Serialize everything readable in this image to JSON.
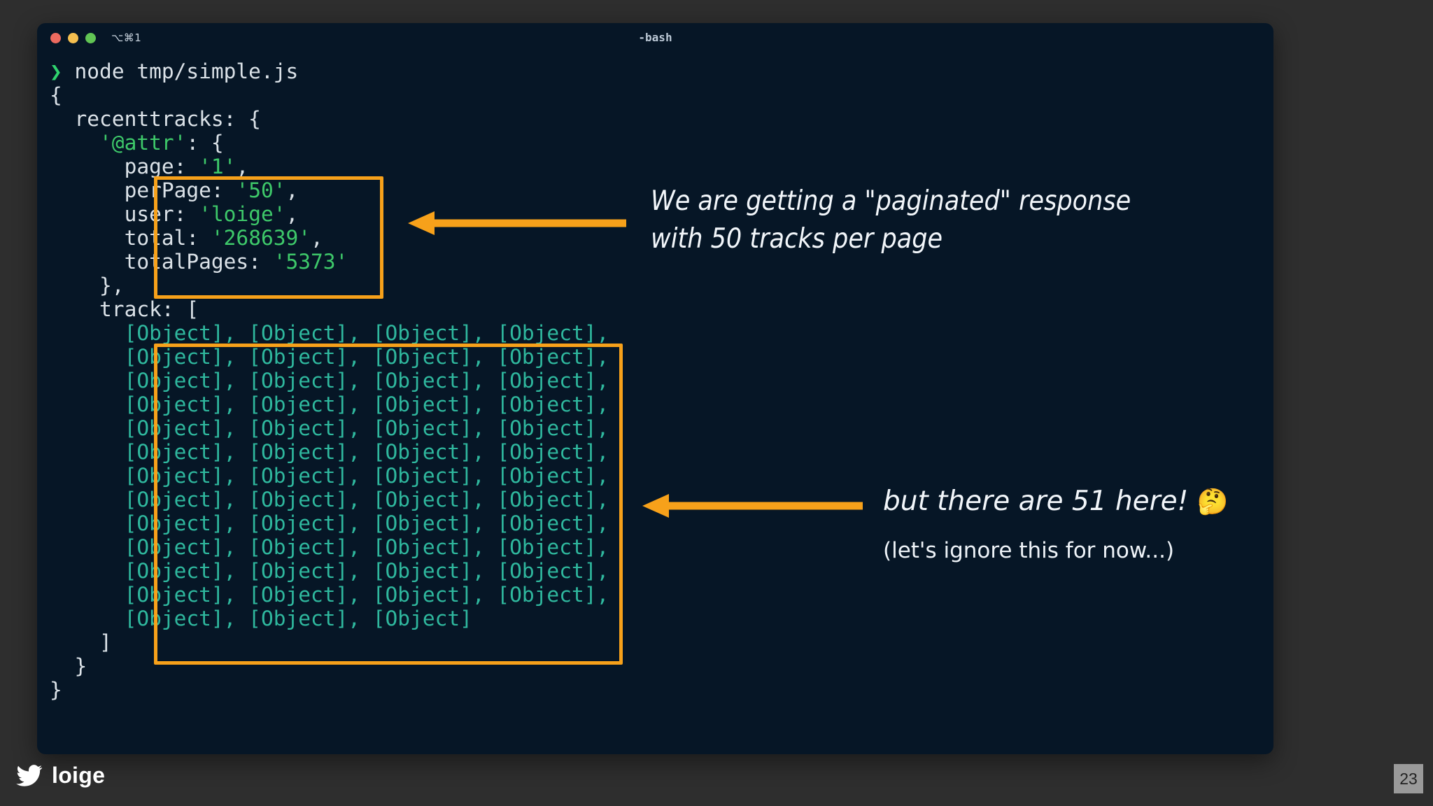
{
  "slide": {
    "background_color": "#2e2e2e",
    "page_number": "23",
    "footer_handle": "loige",
    "accent_color": "#f7a11a"
  },
  "terminal": {
    "background_color": "#061626",
    "title": "-bash",
    "tab_shortcut": "⌥⌘1",
    "traffic_lights": [
      "close-red",
      "minimize-yellow",
      "zoom-green"
    ],
    "command": {
      "prompt": "❯",
      "text": "node tmp/simple.js"
    },
    "output_lines": [
      {
        "indent": 0,
        "parts": [
          {
            "t": "{",
            "c": "punct"
          }
        ]
      },
      {
        "indent": 1,
        "parts": [
          {
            "t": "recenttracks: {",
            "c": "plain"
          }
        ]
      },
      {
        "indent": 2,
        "parts": [
          {
            "t": "'@attr'",
            "c": "str"
          },
          {
            "t": ": {",
            "c": "plain"
          }
        ]
      },
      {
        "indent": 3,
        "parts": [
          {
            "t": "page: ",
            "c": "plain"
          },
          {
            "t": "'1'",
            "c": "str"
          },
          {
            "t": ",",
            "c": "plain"
          }
        ]
      },
      {
        "indent": 3,
        "parts": [
          {
            "t": "perPage: ",
            "c": "plain"
          },
          {
            "t": "'50'",
            "c": "str"
          },
          {
            "t": ",",
            "c": "plain"
          }
        ]
      },
      {
        "indent": 3,
        "parts": [
          {
            "t": "user: ",
            "c": "plain"
          },
          {
            "t": "'loige'",
            "c": "str"
          },
          {
            "t": ",",
            "c": "plain"
          }
        ]
      },
      {
        "indent": 3,
        "parts": [
          {
            "t": "total: ",
            "c": "plain"
          },
          {
            "t": "'268639'",
            "c": "str"
          },
          {
            "t": ",",
            "c": "plain"
          }
        ]
      },
      {
        "indent": 3,
        "parts": [
          {
            "t": "totalPages: ",
            "c": "plain"
          },
          {
            "t": "'5373'",
            "c": "str"
          }
        ]
      },
      {
        "indent": 2,
        "parts": [
          {
            "t": "},",
            "c": "plain"
          }
        ]
      },
      {
        "indent": 2,
        "parts": [
          {
            "t": "track: [",
            "c": "plain"
          }
        ]
      },
      {
        "indent": 3,
        "parts": [
          {
            "t": "[Object], [Object], [Object], [Object],",
            "c": "obj"
          }
        ]
      },
      {
        "indent": 3,
        "parts": [
          {
            "t": "[Object], [Object], [Object], [Object],",
            "c": "obj"
          }
        ]
      },
      {
        "indent": 3,
        "parts": [
          {
            "t": "[Object], [Object], [Object], [Object],",
            "c": "obj"
          }
        ]
      },
      {
        "indent": 3,
        "parts": [
          {
            "t": "[Object], [Object], [Object], [Object],",
            "c": "obj"
          }
        ]
      },
      {
        "indent": 3,
        "parts": [
          {
            "t": "[Object], [Object], [Object], [Object],",
            "c": "obj"
          }
        ]
      },
      {
        "indent": 3,
        "parts": [
          {
            "t": "[Object], [Object], [Object], [Object],",
            "c": "obj"
          }
        ]
      },
      {
        "indent": 3,
        "parts": [
          {
            "t": "[Object], [Object], [Object], [Object],",
            "c": "obj"
          }
        ]
      },
      {
        "indent": 3,
        "parts": [
          {
            "t": "[Object], [Object], [Object], [Object],",
            "c": "obj"
          }
        ]
      },
      {
        "indent": 3,
        "parts": [
          {
            "t": "[Object], [Object], [Object], [Object],",
            "c": "obj"
          }
        ]
      },
      {
        "indent": 3,
        "parts": [
          {
            "t": "[Object], [Object], [Object], [Object],",
            "c": "obj"
          }
        ]
      },
      {
        "indent": 3,
        "parts": [
          {
            "t": "[Object], [Object], [Object], [Object],",
            "c": "obj"
          }
        ]
      },
      {
        "indent": 3,
        "parts": [
          {
            "t": "[Object], [Object], [Object], [Object],",
            "c": "obj"
          }
        ]
      },
      {
        "indent": 3,
        "parts": [
          {
            "t": "[Object], [Object], [Object]",
            "c": "obj"
          }
        ]
      },
      {
        "indent": 2,
        "parts": [
          {
            "t": "]",
            "c": "plain"
          }
        ]
      },
      {
        "indent": 1,
        "parts": [
          {
            "t": "}",
            "c": "plain"
          }
        ]
      },
      {
        "indent": 0,
        "parts": [
          {
            "t": "}",
            "c": "plain"
          }
        ]
      }
    ]
  },
  "highlights": [
    {
      "name": "attr-block",
      "color": "#f7a11a"
    },
    {
      "name": "track-block",
      "color": "#f7a11a"
    }
  ],
  "annotations": {
    "paginated": {
      "line1": "We are getting a \"paginated\" response",
      "line2": "with 50 tracks per page"
    },
    "count": {
      "text": "but there are 51 here!",
      "emoji": "🤔",
      "subtext": "(let's ignore this for now...)"
    }
  }
}
